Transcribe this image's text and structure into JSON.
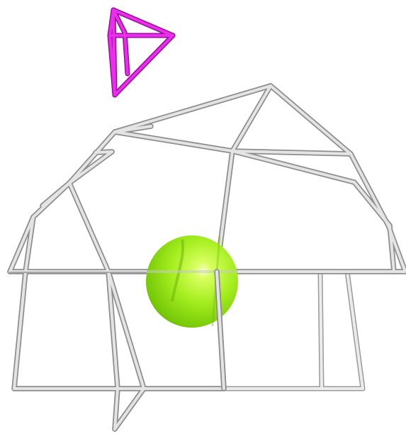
{
  "colors": {
    "background": "#ffffff",
    "cage_light": "#e6e6e6",
    "cage_mid": "#c4c4c4",
    "cage_dark": "#8e8e8e",
    "tetrahedron": "#e020e0",
    "tetrahedron_dark": "#a010a8",
    "sphere_highlight": "#f6ffb0",
    "sphere_main": "#a8f020",
    "sphere_shadow": "#5ca800"
  },
  "objects": {
    "cage": "wireframe-cage",
    "guest": "green-sphere",
    "marker": "magenta-tetrahedron"
  }
}
